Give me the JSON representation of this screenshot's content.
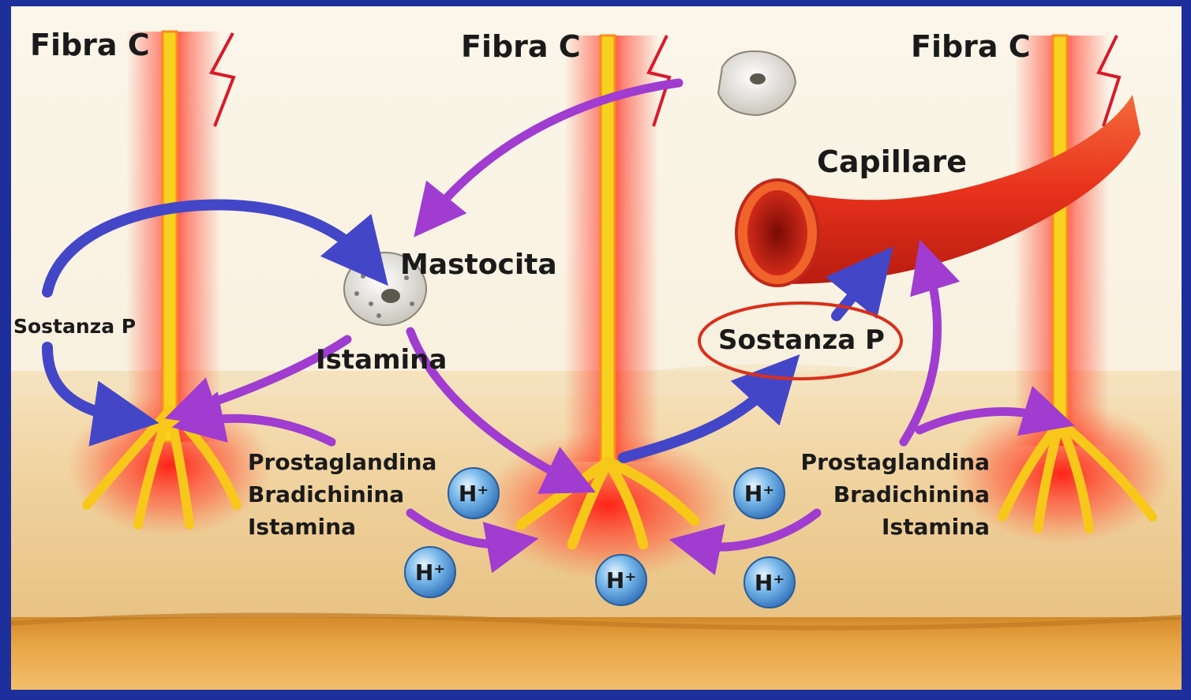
{
  "labels": {
    "fibra_left": "Fibra C",
    "fibra_center": "Fibra C",
    "fibra_right": "Fibra C",
    "capillare": "Capillare",
    "mastocita": "Mastocita",
    "sostanza_p_left": "Sostanza P",
    "sostanza_p_circled": "Sostanza P",
    "istamina_top": "Istamina",
    "left_list": [
      "Prostaglandina",
      "Bradichinina",
      "Istamina"
    ],
    "right_list": [
      "Prostaglandina",
      "Bradichinina",
      "Istamina"
    ],
    "ion": "H⁺"
  },
  "colors": {
    "frame": "#1c2f9a",
    "nerve_core": "#f7d21e",
    "nerve_glow": "#ff2a1a",
    "blue_arrow": "#4446c8",
    "purple_arrow": "#a03cd0",
    "tissue": "#f2d7a6",
    "capillary": "#e8321c",
    "circle": "#d8301c",
    "ion": "#5aa7e0"
  }
}
